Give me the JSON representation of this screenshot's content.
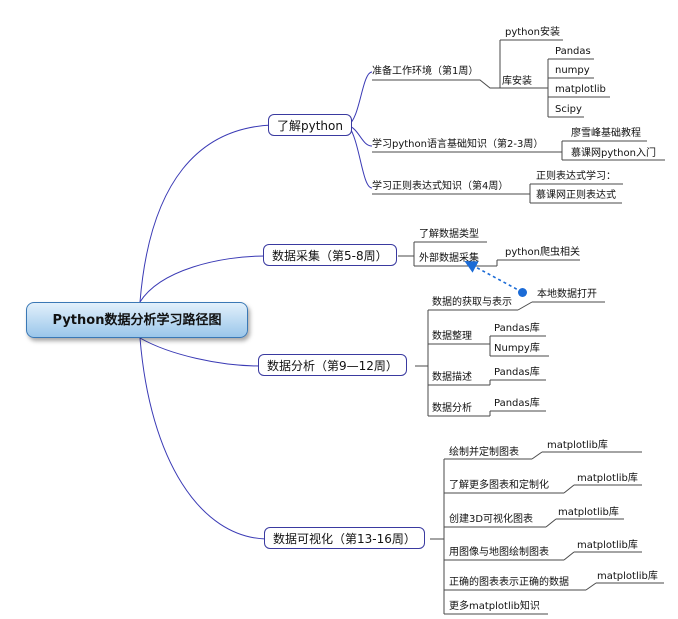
{
  "root": {
    "title": "Python数据分析学习路径图"
  },
  "branches": [
    {
      "label": "了解python",
      "children": [
        {
          "label": "准备工作环境（第1周）",
          "children": [
            "python安装",
            "库安装",
            "Pandas",
            "numpy",
            "matplotlib",
            "Scipy"
          ]
        },
        {
          "label": "学习python语言基础知识（第2-3周）",
          "children": [
            "廖雪峰基础教程",
            "慕课网python入门"
          ]
        },
        {
          "label": "学习正则表达式知识（第4周）",
          "children": [
            "正则表达式学习：",
            "慕课网正则表达式"
          ]
        }
      ]
    },
    {
      "label": "数据采集（第5-8周）",
      "children": [
        {
          "label": "了解数据类型"
        },
        {
          "label": "外部数据采集",
          "children": [
            "python爬虫相关"
          ]
        },
        {
          "label": "本地数据打开"
        }
      ]
    },
    {
      "label": "数据分析（第9—12周）",
      "children": [
        {
          "label": "数据的获取与表示"
        },
        {
          "label": "数据整理",
          "children": [
            "Pandas库",
            "Numpy库"
          ]
        },
        {
          "label": "数据描述",
          "children": [
            "Pandas库"
          ]
        },
        {
          "label": "数据分析",
          "children": [
            "Pandas库"
          ]
        }
      ]
    },
    {
      "label": "数据可视化（第13-16周）",
      "children": [
        {
          "label": "绘制并定制图表",
          "children": [
            "matplotlib库"
          ]
        },
        {
          "label": "了解更多图表和定制化",
          "children": [
            "matplotlib库"
          ]
        },
        {
          "label": "创建3D可视化图表",
          "children": [
            "matplotlib库"
          ]
        },
        {
          "label": "用图像与地图绘制图表",
          "children": [
            "matplotlib库"
          ]
        },
        {
          "label": "正确的图表表示正确的数据",
          "children": [
            "matplotlib库"
          ]
        },
        {
          "label": "更多matplotlib知识"
        }
      ]
    }
  ],
  "colors": {
    "line": "#3a3ab5",
    "leaf_line": "#4a4a4a",
    "dot": "#1b6bd6",
    "root_border": "#3a78b5"
  }
}
